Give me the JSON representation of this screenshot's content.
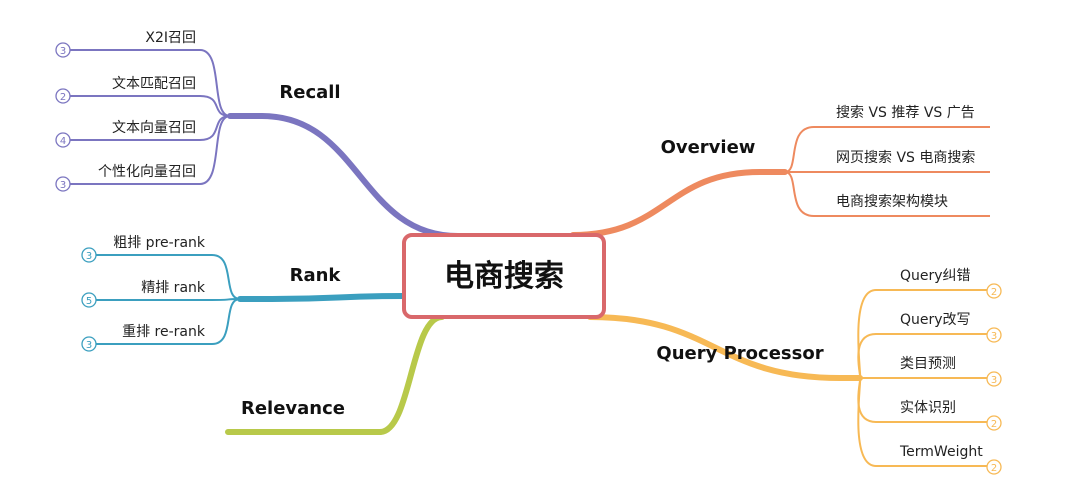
{
  "root": {
    "title": "电商搜索",
    "color": "#d9686b"
  },
  "branches": [
    {
      "id": "recall",
      "label": "Recall",
      "color": "#7b75c0",
      "children": [
        {
          "label": "X2I召回",
          "count": "3"
        },
        {
          "label": "文本匹配召回",
          "count": "2"
        },
        {
          "label": "文本向量召回",
          "count": "4"
        },
        {
          "label": "个性化向量召回",
          "count": "3"
        }
      ]
    },
    {
      "id": "rank",
      "label": "Rank",
      "color": "#3b9fbf",
      "children": [
        {
          "label": "粗排 pre-rank",
          "count": "3"
        },
        {
          "label": "精排 rank",
          "count": "5"
        },
        {
          "label": "重排 re-rank",
          "count": "3"
        }
      ]
    },
    {
      "id": "relevance",
      "label": "Relevance",
      "color": "#b8c94a",
      "children": []
    },
    {
      "id": "overview",
      "label": "Overview",
      "color": "#ee8a5f",
      "children": [
        {
          "label": "搜索 VS 推荐 VS 广告",
          "count": ""
        },
        {
          "label": "网页搜索 VS 电商搜索",
          "count": ""
        },
        {
          "label": "电商搜索架构模块",
          "count": ""
        }
      ]
    },
    {
      "id": "query-processor",
      "label": "Query Processor",
      "color": "#f7b955",
      "children": [
        {
          "label": "Query纠错",
          "count": "2"
        },
        {
          "label": "Query改写",
          "count": "3"
        },
        {
          "label": "类目预测",
          "count": "3"
        },
        {
          "label": "实体识别",
          "count": "2"
        },
        {
          "label": "TermWeight",
          "count": "2"
        }
      ]
    }
  ]
}
